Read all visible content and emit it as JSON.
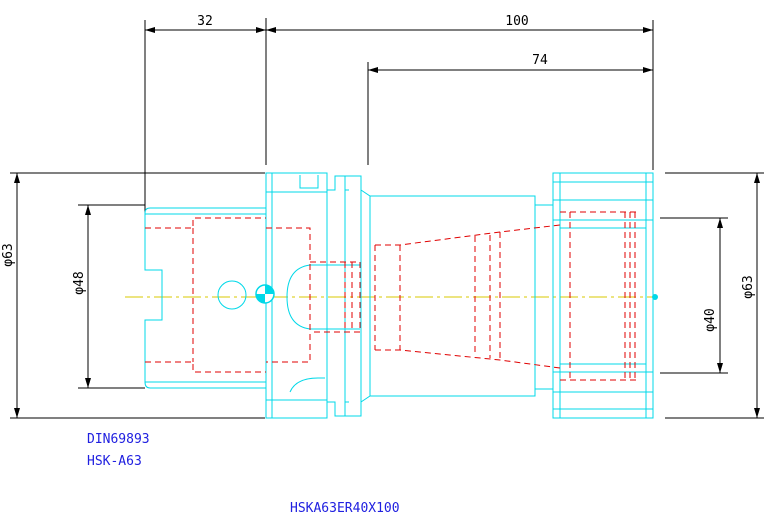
{
  "dimensions": {
    "d32": "32",
    "d100": "100",
    "d74": "74",
    "dia63_left": "φ63",
    "dia48": "φ48",
    "dia40": "φ40",
    "dia63_right": "φ63"
  },
  "notes": {
    "standard": "DIN69893",
    "taper": "HSK-A63",
    "part_number": "HSKA63ER40X100"
  },
  "colors": {
    "outline": "#00d8e8",
    "hidden": "#e00000",
    "centerline": "#d8c800",
    "annotation": "#2020e0",
    "dimension": "#000000"
  }
}
